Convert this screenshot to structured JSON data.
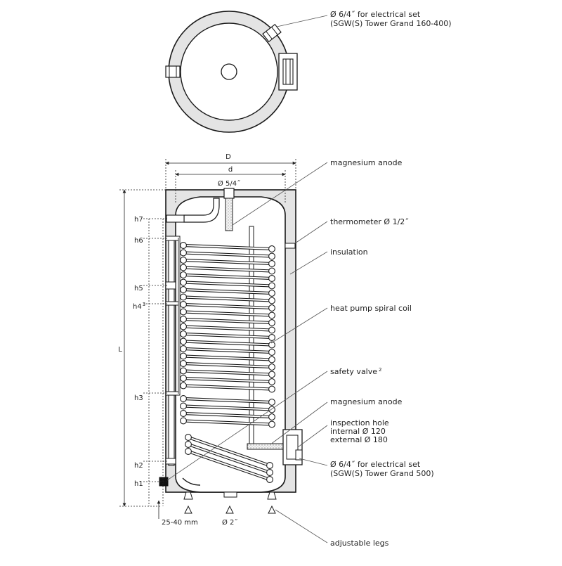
{
  "labels": {
    "electrical_set_top_1": "Ø 6/4˝ for electrical set",
    "electrical_set_top_2": "(SGW(S) Tower Grand 160-400)",
    "magnesium_anode_top": "magnesium anode",
    "thermometer": "thermometer Ø 1/2˝",
    "insulation": "insulation",
    "heat_pump_coil": "heat pump spiral coil",
    "safety_valve": "safety valve",
    "safety_valve_sup": "2",
    "magnesium_anode_bottom": "magnesium anode",
    "inspection_hole_1": "inspection hole",
    "inspection_hole_2": "internal Ø 120",
    "inspection_hole_3": "external Ø 180",
    "electrical_set_bottom_1": "Ø 6/4˝ for electrical set",
    "electrical_set_bottom_2": "(SGW(S) Tower Grand 500)",
    "adjustable_legs": "adjustable legs"
  },
  "dimensions": {
    "D": "D",
    "d": "d",
    "top_port": "Ø 5/4˝",
    "L": "L",
    "h7": "h7",
    "h6": "h6",
    "h5": "h5",
    "h4": "h4",
    "h4_sup": "3",
    "h3": "h3",
    "h2": "h2",
    "h1": "h1",
    "legs_height": "25-40 mm",
    "bottom_port": "Ø 2˝"
  },
  "colors": {
    "insulation": "#e4e4e4",
    "line": "#1a1a1a",
    "leader": "#555555"
  }
}
